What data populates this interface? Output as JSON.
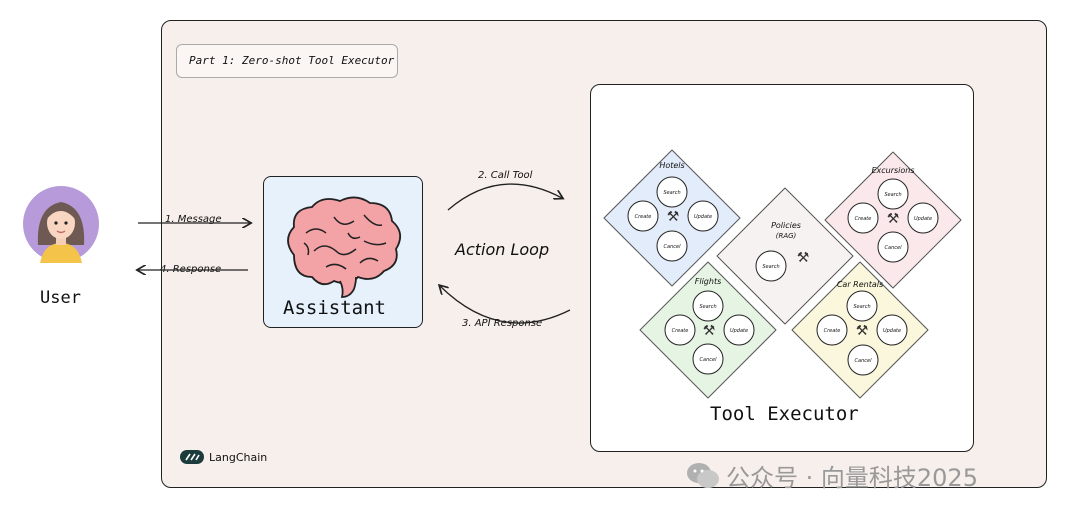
{
  "part_label": "Part 1: Zero-shot Tool Executor",
  "user": {
    "label": "User"
  },
  "assistant": {
    "label": "Assistant"
  },
  "arrows": {
    "message": "1. Message",
    "response": "4. Response",
    "call_tool": "2. Call Tool",
    "api_response": "3. API Response",
    "action_loop": "Action Loop"
  },
  "tool_executor": {
    "label": "Tool Executor",
    "groups": {
      "hotels": {
        "title": "Hotels",
        "search": "Search",
        "create": "Create",
        "update": "Update",
        "cancel": "Cancel"
      },
      "excursions": {
        "title": "Excursions",
        "search": "Search",
        "create": "Create",
        "update": "Update",
        "cancel": "Cancel"
      },
      "policies": {
        "title": "Policies",
        "subtitle": "(RAG)",
        "search": "Search"
      },
      "flights": {
        "title": "Flights",
        "search": "Search",
        "create": "Create",
        "update": "Update",
        "cancel": "Cancel"
      },
      "car_rentals": {
        "title": "Car Rentals",
        "search": "Search",
        "create": "Create",
        "update": "Update",
        "cancel": "Cancel"
      }
    },
    "tool_icon": "crossed-tools-icon"
  },
  "footer": {
    "brand": "LangChain",
    "brand_icon": "langchain-logo-icon"
  },
  "watermark": {
    "text": "公众号 · 向量科技2025",
    "icon": "wechat-icon"
  },
  "colors": {
    "frame_bg": "#f7efeb",
    "assistant_bg": "#e6f1fb",
    "hotels_bg": "#e3ecfa",
    "excursions_bg": "#fbe8ea",
    "policies_bg": "#f6f2f1",
    "flights_bg": "#e6f4e3",
    "car_rentals_bg": "#fbf7dc",
    "brain": "#f3a2a6"
  }
}
